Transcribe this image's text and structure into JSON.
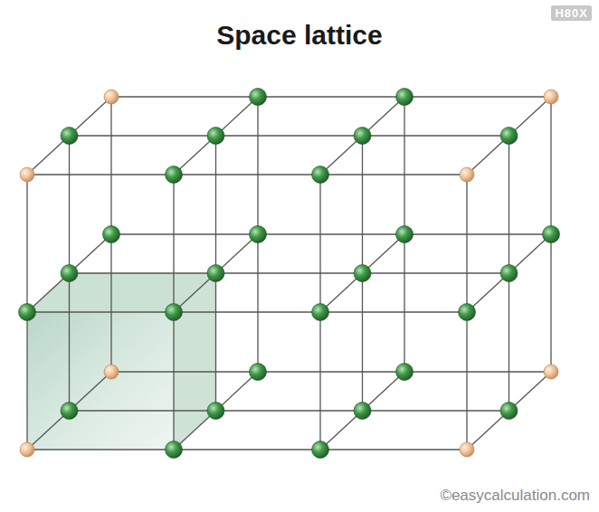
{
  "diagram": {
    "title": "Space lattice",
    "labels": [
      "H80X",
      "©easycalculation.com"
    ]
  }
}
